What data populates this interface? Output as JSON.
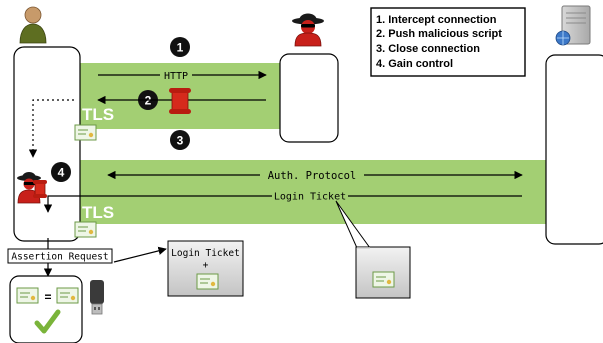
{
  "legend": {
    "items": [
      "1. Intercept connection",
      "2. Push malicious script",
      "3. Close connection",
      "4. Gain control"
    ]
  },
  "channels": {
    "top_label": "TLS",
    "bottom_label": "TLS"
  },
  "messages": {
    "http": "HTTP",
    "auth_protocol": "Auth. Protocol",
    "login_ticket": "Login Ticket",
    "assertion_request": "Assertion Request"
  },
  "callout": {
    "title": "Login Ticket",
    "plus": "+"
  },
  "steps": {
    "s1": "1",
    "s2": "2",
    "s3": "3",
    "s4": "4"
  },
  "comparison": {
    "equals": "="
  },
  "colors": {
    "channel_green": "#a3cf73",
    "badge_black": "#111111",
    "attacker_red": "#c8201a",
    "check_green": "#7ab43a"
  },
  "icons": {
    "user": "user-icon",
    "attacker": "attacker-icon",
    "server": "server-icon",
    "malicious_script": "script-scroll-icon",
    "certificate": "certificate-icon",
    "usb_token": "usb-token-icon",
    "checkmark": "checkmark-icon"
  }
}
